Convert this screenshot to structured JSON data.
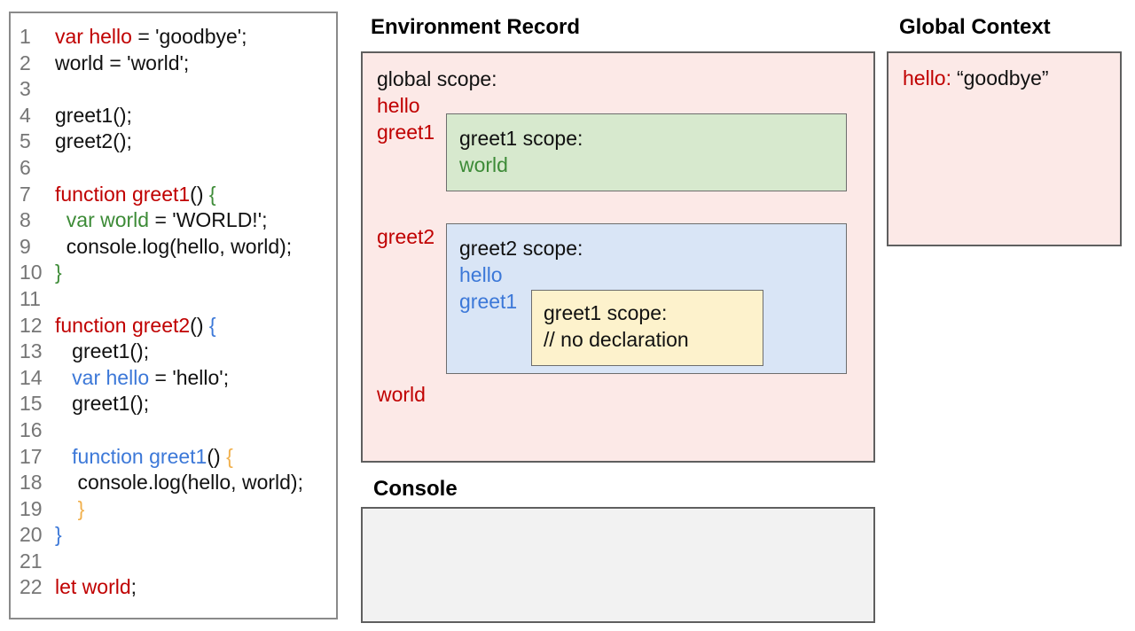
{
  "colors": {
    "red": "#c00000",
    "green": "#3d8b37",
    "blue": "#3c78d8",
    "orange": "#f1b04c",
    "black": "#111111",
    "gray": "#767676",
    "pink_bg": "#fce9e7",
    "green_bg": "#d7e9ce",
    "blue_bg": "#d9e5f6",
    "yellow_bg": "#fdf2cc",
    "console_bg": "#f2f2f2"
  },
  "code_panel": {
    "lines": [
      {
        "n": "1",
        "segs": [
          {
            "t": "var hello",
            "c": "red"
          },
          {
            "t": " = 'goodbye';",
            "c": "black"
          }
        ]
      },
      {
        "n": "2",
        "segs": [
          {
            "t": "world = 'world';",
            "c": "black"
          }
        ]
      },
      {
        "n": "3",
        "segs": []
      },
      {
        "n": "4",
        "segs": [
          {
            "t": "greet1();",
            "c": "black"
          }
        ]
      },
      {
        "n": "5",
        "segs": [
          {
            "t": "greet2();",
            "c": "black"
          }
        ]
      },
      {
        "n": "6",
        "segs": []
      },
      {
        "n": "7",
        "segs": [
          {
            "t": "function greet1",
            "c": "red"
          },
          {
            "t": "() ",
            "c": "black"
          },
          {
            "t": "{",
            "c": "green"
          }
        ]
      },
      {
        "n": "8",
        "segs": [
          {
            "t": "  ",
            "c": "black"
          },
          {
            "t": "var world",
            "c": "green"
          },
          {
            "t": " = 'WORLD!';",
            "c": "black"
          }
        ]
      },
      {
        "n": "9",
        "segs": [
          {
            "t": "  console.log(hello, world);",
            "c": "black"
          }
        ]
      },
      {
        "n": "10",
        "segs": [
          {
            "t": "}",
            "c": "green"
          }
        ]
      },
      {
        "n": "11",
        "segs": []
      },
      {
        "n": "12",
        "segs": [
          {
            "t": "function greet2",
            "c": "red"
          },
          {
            "t": "() ",
            "c": "black"
          },
          {
            "t": "{",
            "c": "blue"
          }
        ]
      },
      {
        "n": "13",
        "segs": [
          {
            "t": "   greet1();",
            "c": "black"
          }
        ]
      },
      {
        "n": "14",
        "segs": [
          {
            "t": "   ",
            "c": "black"
          },
          {
            "t": "var hello",
            "c": "blue"
          },
          {
            "t": " = 'hello';",
            "c": "black"
          }
        ]
      },
      {
        "n": "15",
        "segs": [
          {
            "t": "   greet1();",
            "c": "black"
          }
        ]
      },
      {
        "n": "16",
        "segs": []
      },
      {
        "n": "17",
        "segs": [
          {
            "t": "   ",
            "c": "black"
          },
          {
            "t": "function greet1",
            "c": "blue"
          },
          {
            "t": "() ",
            "c": "black"
          },
          {
            "t": "{",
            "c": "orange"
          }
        ]
      },
      {
        "n": "18",
        "segs": [
          {
            "t": "    console.log(hello, world);",
            "c": "black"
          }
        ]
      },
      {
        "n": "19",
        "segs": [
          {
            "t": "    ",
            "c": "black"
          },
          {
            "t": "}",
            "c": "orange"
          }
        ]
      },
      {
        "n": "20",
        "segs": [
          {
            "t": "}",
            "c": "blue"
          }
        ]
      },
      {
        "n": "21",
        "segs": []
      },
      {
        "n": "22",
        "segs": [
          {
            "t": "let world",
            "c": "red"
          },
          {
            "t": ";",
            "c": "black"
          }
        ]
      }
    ]
  },
  "environment_record": {
    "title": "Environment Record",
    "global_scope_label": "global scope:",
    "globals": {
      "hello": "hello",
      "greet1": "greet1",
      "greet2": "greet2",
      "world": "world"
    },
    "greet1_box": {
      "title": "greet1 scope:",
      "var1": "world"
    },
    "greet2_box": {
      "title": "greet2 scope:",
      "var1": "hello",
      "var2": "greet1",
      "inner_box": {
        "title": "greet1 scope:",
        "comment": "// no declaration"
      }
    }
  },
  "console_panel": {
    "title": "Console"
  },
  "global_context": {
    "title": "Global Context",
    "entry_key": "hello:",
    "entry_value": "“goodbye”"
  }
}
